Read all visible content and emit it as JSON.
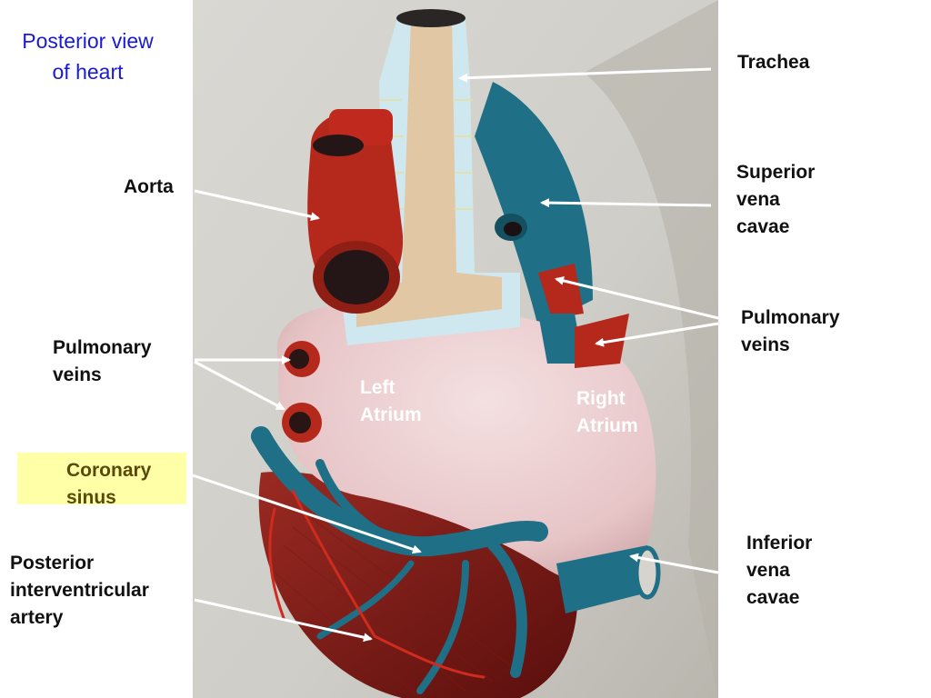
{
  "title": [
    "Posterior view",
    "of heart"
  ],
  "labels": {
    "trachea": [
      "Trachea"
    ],
    "aorta": [
      "Aorta"
    ],
    "svc": [
      "Superior",
      "vena",
      "cavae"
    ],
    "pulm_right": [
      "Pulmonary",
      "veins"
    ],
    "pulm_left": [
      "Pulmonary",
      "veins"
    ],
    "left_atrium": [
      "Left",
      "Atrium"
    ],
    "right_atrium": [
      "Right",
      "Atrium"
    ],
    "coronary_sinus": [
      "Coronary",
      "sinus"
    ],
    "posterior_artery": [
      "Posterior",
      "interventricular",
      "artery"
    ],
    "ivc": [
      "Inferior",
      "vena",
      "cavae"
    ]
  },
  "colors": {
    "title": "#1a1ad6",
    "highlight": "#ffffa8",
    "arrow": "#ffffff",
    "vessel_red": "#b5281c",
    "vein_blue": "#1f6f86",
    "atrium_pink": "#ecd2d3",
    "trachea_tan": "#e1c7a3",
    "trachea_blue": "#cfe7ef"
  }
}
